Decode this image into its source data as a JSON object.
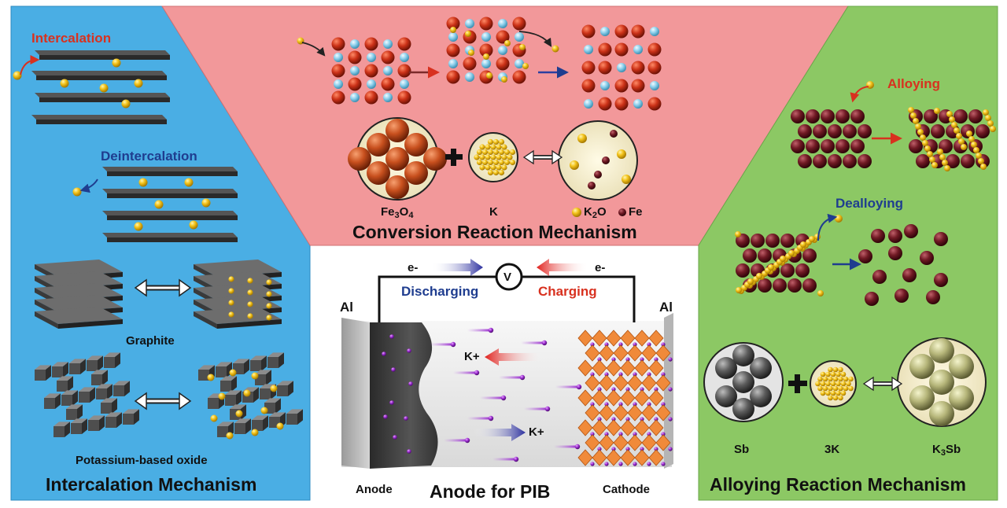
{
  "intercalation": {
    "title": "Intercalation Mechanism",
    "intercalation_label": "Intercalation",
    "deintercalation_label": "Deintercalation",
    "graphite_label": "Graphite",
    "oxide_label": "Potassium-based oxide"
  },
  "conversion": {
    "title": "Conversion Reaction Mechanism",
    "fe3o4": {
      "base": "Fe",
      "sub1": "3",
      "mid": "O",
      "sub2": "4"
    },
    "k_label": "K",
    "k2o": {
      "base": "K",
      "sub": "2",
      "tail": "O"
    },
    "fe_label": "Fe"
  },
  "alloying": {
    "title": "Alloying Reaction Mechanism",
    "alloying_label": "Alloying",
    "dealloying_label": "Dealloying",
    "sb_label": "Sb",
    "three_k_label": "3K",
    "k3sb": {
      "base": "K",
      "sub": "3",
      "tail": "Sb"
    }
  },
  "cell": {
    "title": "Anode for PIB",
    "anode_label": "Anode",
    "cathode_label": "Cathode",
    "al_left": "Al",
    "al_right": "Al",
    "voltmeter": "V",
    "e_left": "e-",
    "e_right": "e-",
    "discharging_label": "Discharging",
    "charging_label": "Charging",
    "kplus_top": "K+",
    "kplus_bottom": "K+"
  },
  "colors": {
    "blue_panel": "#4aaee4",
    "pink_panel": "#f2989a",
    "green_panel": "#8cc864",
    "red_text": "#d8311f",
    "blue_text": "#1f3d8f",
    "k_ion": "#8b2fbf",
    "potassium_ball": "#f2c21b",
    "iron_oxide_ball": "#c8361c",
    "oxygen_ball": "#8fd0ec",
    "sb_ball": "#6c1a22",
    "cathode_octahedra": "#f08a3a"
  }
}
